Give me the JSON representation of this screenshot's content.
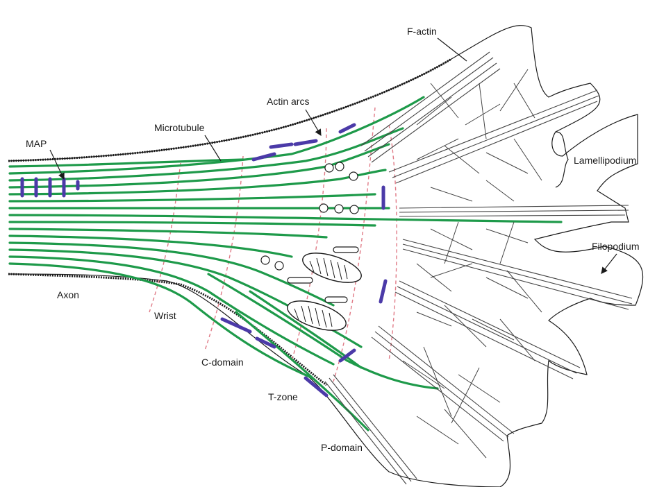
{
  "labels": {
    "f_actin": "F-actin",
    "actin_arcs": "Actin arcs",
    "microtubule": "Microtubule",
    "map": "MAP",
    "lamellipodium": "Lamellipodium",
    "filopodium": "Filopodium",
    "axon": "Axon",
    "wrist": "Wrist",
    "c_domain": "C-domain",
    "t_zone": "T-zone",
    "p_domain": "P-domain"
  },
  "colors": {
    "microtubule": "#1e9a4a",
    "map": "#4b3aa8",
    "domain_boundary": "#e07a86",
    "outline": "#1a1a1a",
    "actin": "#444444"
  }
}
